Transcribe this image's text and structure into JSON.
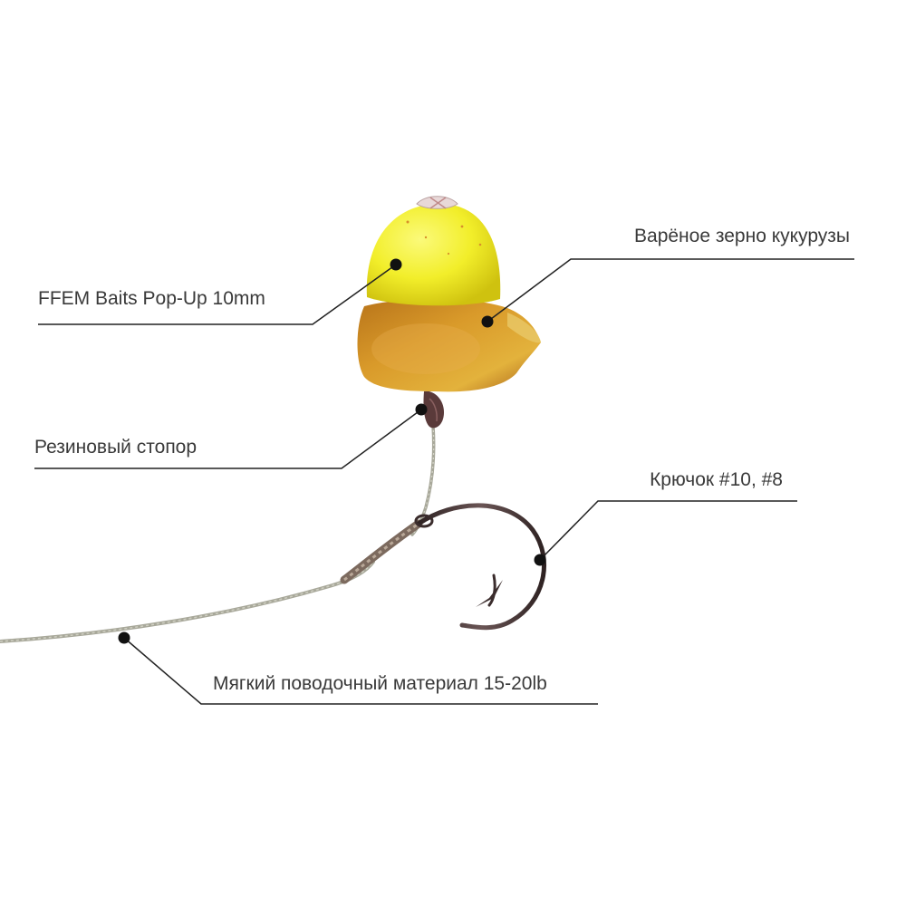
{
  "labels": {
    "popup": "FFEM Baits Pop-Up 10mm",
    "corn": "Варёное зерно кукурузы",
    "stopper": "Резиновый стопор",
    "hook": "Крючок #10, #8",
    "leader": "Мягкий поводочный материал 15-20lb"
  },
  "colors": {
    "popup_ball": "#f2ee2a",
    "corn_kernel": "#d58a1e",
    "hook_metal": "#4a3a3a",
    "leader_line": "#9a9a8c",
    "callout_line": "#222222",
    "label_text": "#3a3a3a"
  }
}
